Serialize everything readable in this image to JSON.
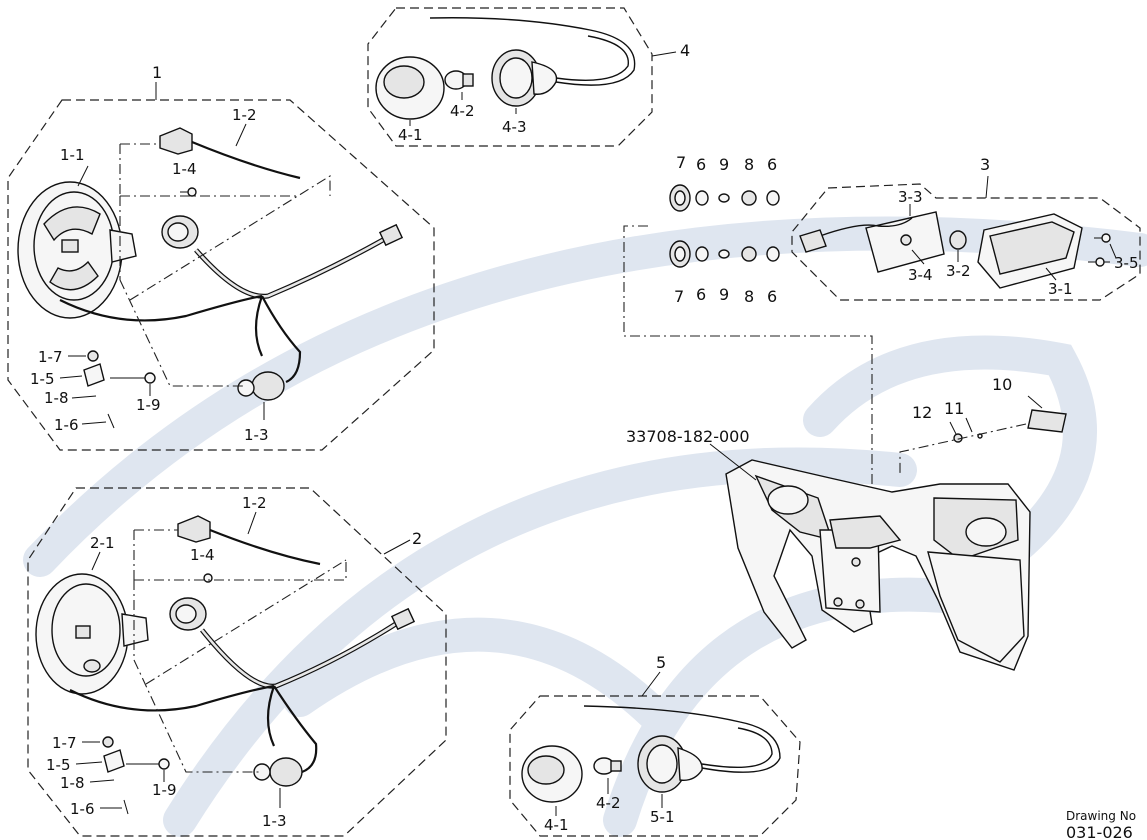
{
  "labels": {
    "group1": "1",
    "group2": "2",
    "group3": "3",
    "group4": "4",
    "group5": "5",
    "l_1_1": "1-1",
    "l_1_2": "1-2",
    "l_1_3": "1-3",
    "l_1_4": "1-4",
    "l_1_5": "1-5",
    "l_1_6": "1-6",
    "l_1_7": "1-7",
    "l_1_8": "1-8",
    "l_1_9": "1-9",
    "l_2_1": "2-1",
    "l_2_1_2": "1-2",
    "l_2_1_3": "1-3",
    "l_2_1_4": "1-4",
    "l_2_1_5": "1-5",
    "l_2_1_6": "1-6",
    "l_2_1_7": "1-7",
    "l_2_1_8": "1-8",
    "l_2_1_9": "1-9",
    "l_3_1": "3-1",
    "l_3_2": "3-2",
    "l_3_3": "3-3",
    "l_3_4": "3-4",
    "l_3_5": "3-5",
    "l_4_1": "4-1",
    "l_4_2": "4-2",
    "l_4_3": "4-3",
    "l_5_1": "4-1",
    "l_5_2": "4-2",
    "l_5_3": "5-1",
    "l_7a": "7",
    "l_6a": "6",
    "l_9a": "9",
    "l_8a": "8",
    "l_6b": "6",
    "l_7b": "7",
    "l_6c": "6",
    "l_9b": "9",
    "l_8b": "8",
    "l_6d": "6",
    "l_10": "10",
    "l_11": "11",
    "l_12": "12",
    "part_number": "33708-182-000"
  },
  "drawing": {
    "caption": "Drawing No",
    "number": "031-026"
  },
  "colors": {
    "ink": "#111111",
    "watermark": "#dfe6f0"
  }
}
